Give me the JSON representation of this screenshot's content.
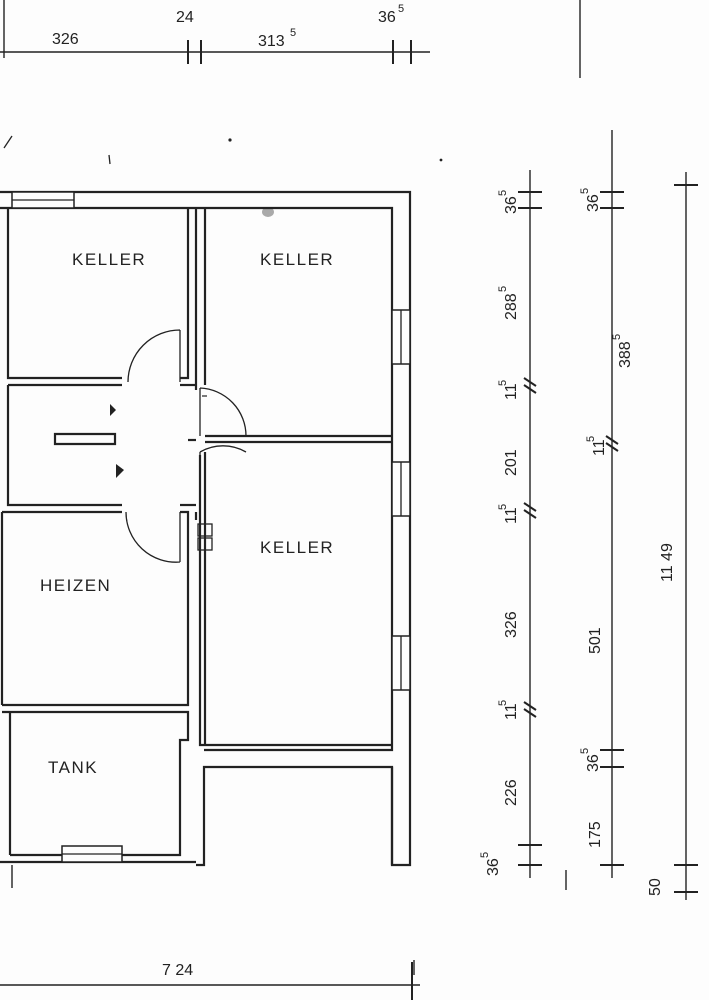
{
  "rooms": {
    "keller_top_left": "KELLER",
    "keller_top_right": "KELLER",
    "keller_right": "KELLER",
    "heizen": "HEIZEN",
    "tank": "TANK"
  },
  "top_dims": {
    "d326": "326",
    "d24": "24",
    "d313": "313",
    "d313_sup": "5",
    "d36": "36",
    "d36_sup": "5"
  },
  "bottom_dims": {
    "d724": "7 24"
  },
  "col1_dims": {
    "d36_top": "36",
    "d36_top_sup": "5",
    "d288": "288",
    "d288_sup": "5",
    "d11_a": "11",
    "d11_a_sup": "5",
    "d201": "201",
    "d11_b": "11",
    "d11_b_sup": "5",
    "d326": "326",
    "d11_c": "11",
    "d11_c_sup": "5",
    "d226": "226",
    "d36_bot": "36",
    "d36_bot_sup": "5"
  },
  "col2_dims": {
    "d36_top": "36",
    "d36_top_sup": "5",
    "d388": "388",
    "d388_sup": "5",
    "d11": "11",
    "d11_sup": "5",
    "d501": "501",
    "d36_mid": "36",
    "d36_mid_sup": "5",
    "d175": "175"
  },
  "col3_dims": {
    "d1149": "11 49",
    "d50": "50"
  }
}
